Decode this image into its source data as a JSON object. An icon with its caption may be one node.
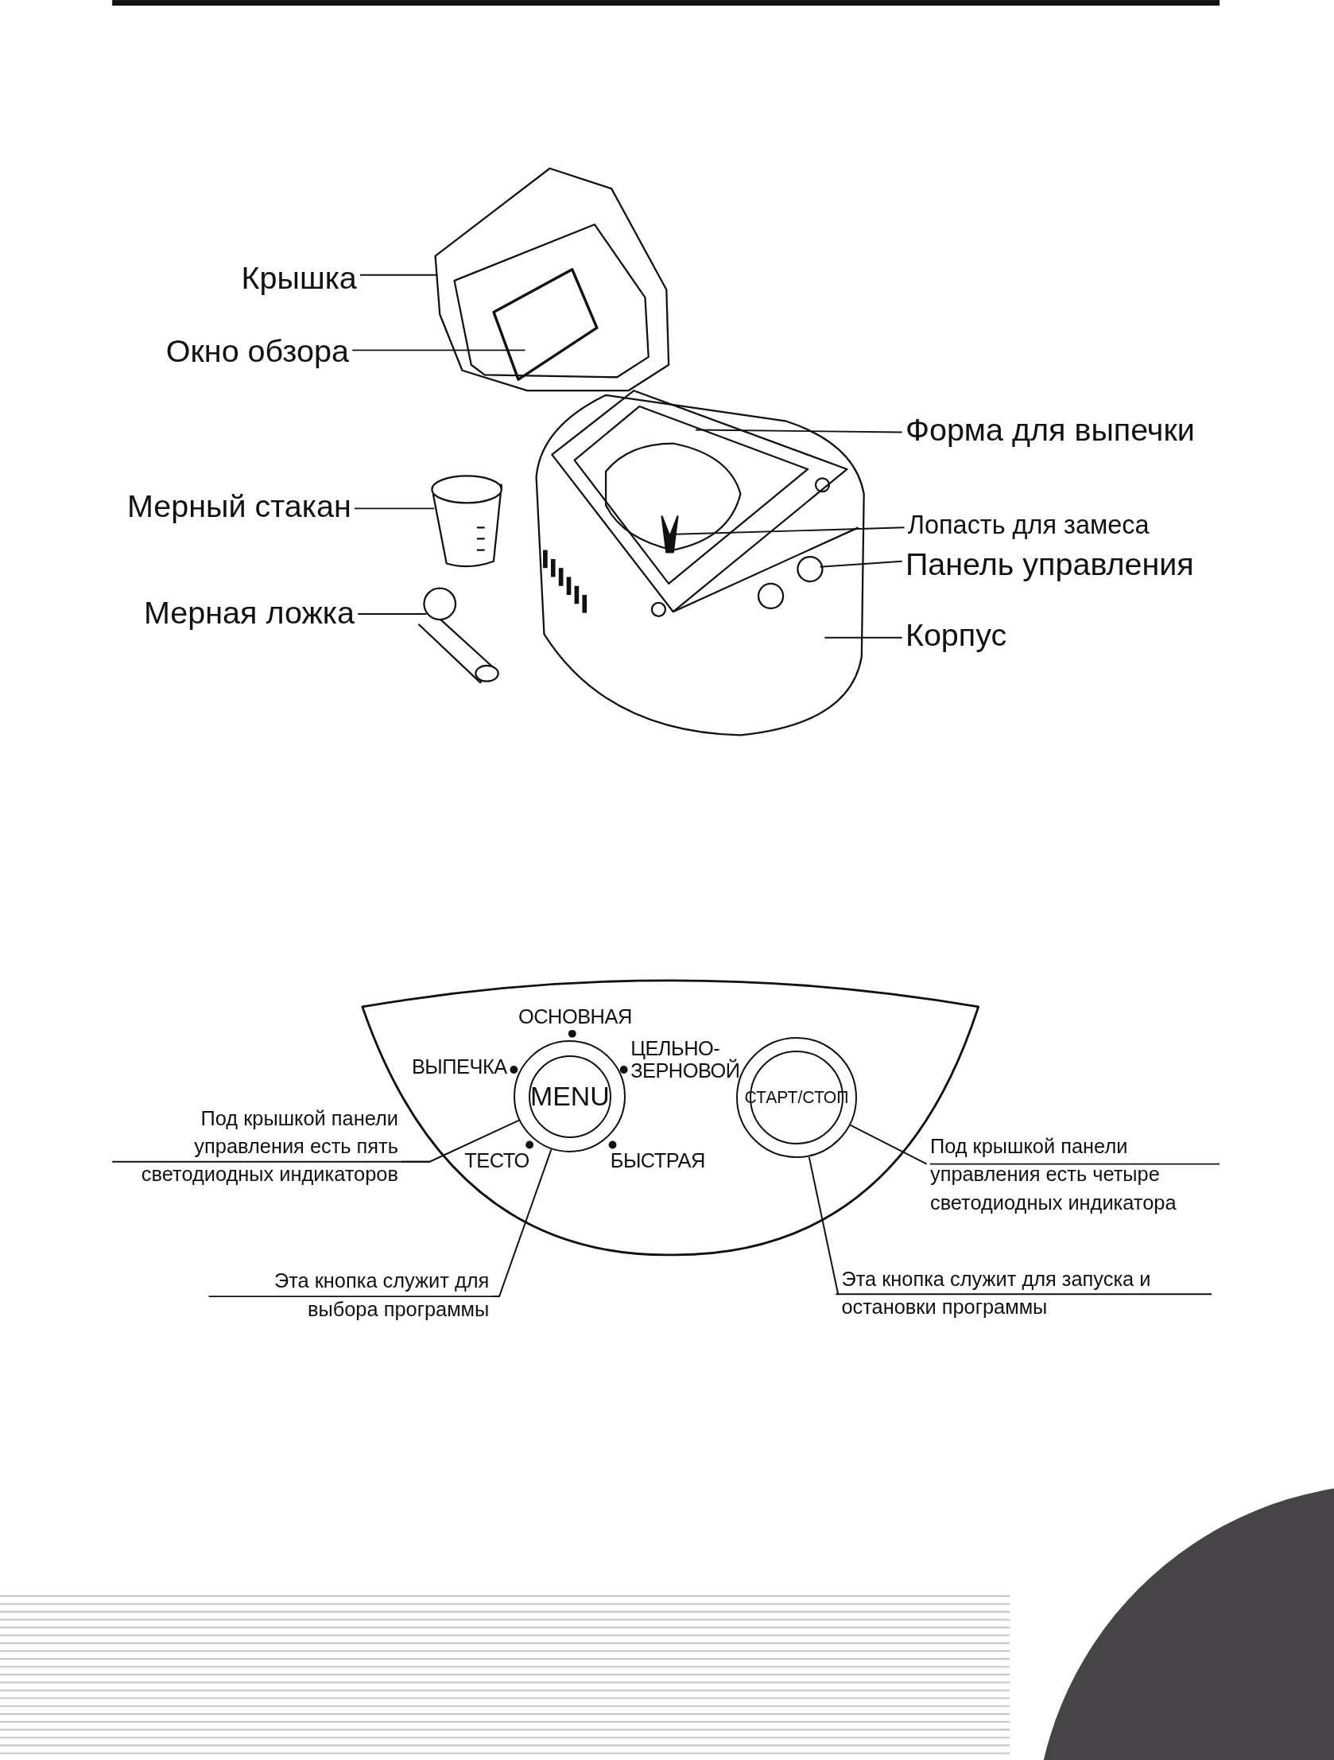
{
  "diagram": {
    "nodes": [
      {
        "text": [
          "Крышка"
        ]
      },
      {
        "text": [
          "Окно обзора"
        ]
      },
      {
        "text": [
          "Мерный стакан"
        ]
      },
      {
        "text": [
          "Мерная ложка"
        ]
      },
      {
        "text": [
          "Форма для выпечки"
        ]
      },
      {
        "text": [
          "Лопасть для замеса"
        ]
      },
      {
        "text": [
          "Панель управления"
        ]
      },
      {
        "text": [
          "Корпус"
        ]
      },
      {
        "text": [
          "MENU"
        ],
        "beside": [
          "ОСНОВНАЯ",
          "ВЫПЕЧКА",
          "ЦЕЛЬНО-ЗЕРНОВОЙ",
          "ТЕСТО",
          "БЫСТРАЯ"
        ]
      },
      {
        "text": [
          "СТАРТ/СТОП"
        ]
      },
      {
        "text": [
          "Под крышкой панели управления есть пять светодиодных индикаторов"
        ]
      },
      {
        "text": [
          "Эта кнопка служит для выбора программы"
        ]
      },
      {
        "text": [
          "Под крышкой панели управления есть четыре светодиодных индикатора"
        ]
      },
      {
        "text": [
          "Эта кнопка служит для запуска и остановки программы"
        ]
      },
      {
        "text": [],
        "shape": "picture"
      },
      {
        "text": [],
        "shape": "picture",
        "in": 14
      },
      {
        "text": [],
        "shape": "picture"
      },
      {
        "text": [],
        "shape": "picture"
      },
      {
        "text": [],
        "shape": "picture",
        "in": 21
      },
      {
        "text": [],
        "shape": "picture",
        "in": 18
      },
      {
        "text": [],
        "shape": "picture",
        "in": 21
      },
      {
        "text": [],
        "shape": "picture"
      }
    ],
    "edges": [
      {
        "from": 0,
        "to": 14,
        "arrow": "none"
      },
      {
        "from": 1,
        "to": 15,
        "arrow": "none"
      },
      {
        "from": 2,
        "to": 16,
        "arrow": "none"
      },
      {
        "from": 3,
        "to": 17,
        "arrow": "none"
      },
      {
        "from": 4,
        "to": 18,
        "arrow": "none"
      },
      {
        "from": 5,
        "to": 19,
        "arrow": "none"
      },
      {
        "from": 6,
        "to": 20,
        "arrow": "none"
      },
      {
        "from": 7,
        "to": 21,
        "arrow": "none"
      },
      {
        "from": 10,
        "to": 8,
        "arrow": "none"
      },
      {
        "from": 11,
        "to": 8,
        "arrow": "none"
      },
      {
        "from": 12,
        "to": 9,
        "arrow": "none"
      },
      {
        "from": 13,
        "to": 9,
        "arrow": "none"
      }
    ]
  }
}
